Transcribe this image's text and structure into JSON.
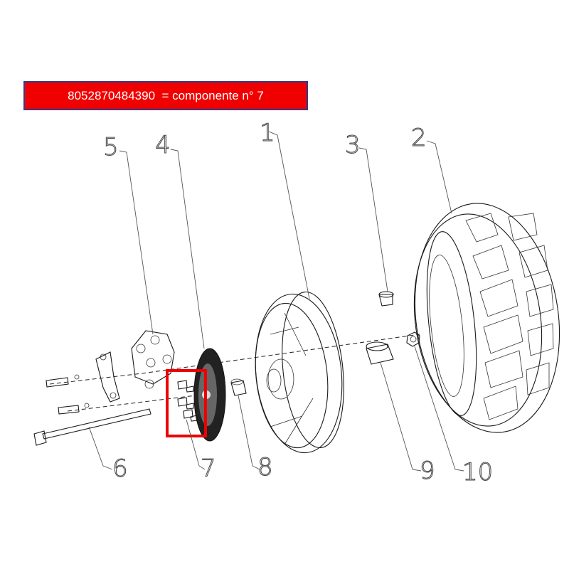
{
  "banner": {
    "text": "8052870484390  = componente n° 7",
    "bg_color": "#f00000",
    "border_color": "#2f3c8c"
  },
  "highlight": {
    "color": "#ee0000",
    "target": "7"
  },
  "callouts": [
    "1",
    "2",
    "3",
    "4",
    "5",
    "6",
    "7",
    "8",
    "9",
    "10"
  ]
}
